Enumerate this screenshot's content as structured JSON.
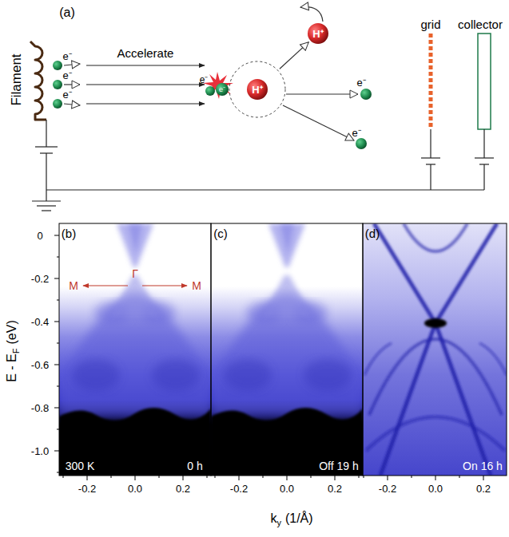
{
  "diagram": {
    "nodes": [
      {
        "text": [
          "H⁺"
        ]
      },
      {
        "text": [
          "H⁺"
        ]
      }
    ],
    "edges": [
      {
        "from": 0,
        "to": 1,
        "arrow": "to"
      }
    ],
    "labels": [
      "(a)",
      "Filament",
      "e⁻",
      "e⁻",
      "e⁻",
      "Accelerate",
      "e⁻",
      "e⁻",
      "e⁻",
      "e⁻",
      "grid",
      "collector",
      "(b)",
      "M",
      "Γ",
      "M",
      "(c)",
      "(d)",
      "300 K",
      "0 h",
      "Off 19 h",
      "On 16 h",
      "E - E",
      "F",
      "(eV)",
      "0",
      "-0.2",
      "-0.4",
      "-0.6",
      "-0.8",
      "-1.0",
      "-0.2",
      "0.0",
      "0.2",
      "-0.2",
      "0.0",
      "0.2",
      "-0.2",
      "0.0",
      "0.2",
      "k",
      "y",
      "(1/Å)"
    ]
  }
}
